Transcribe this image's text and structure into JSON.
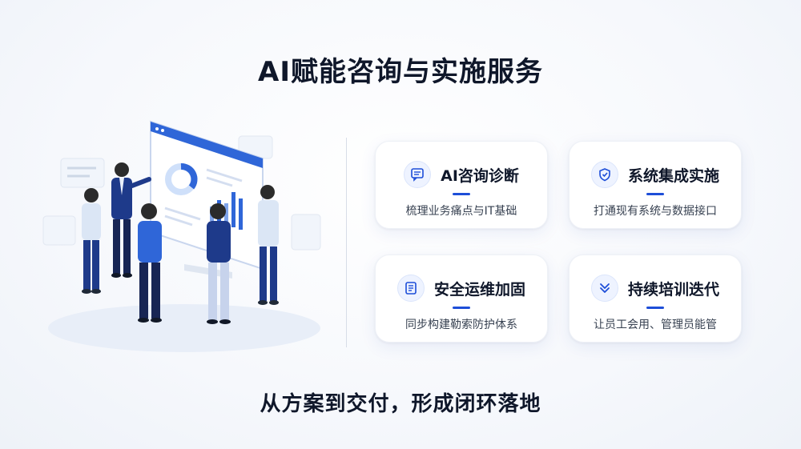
{
  "header": {
    "title": "AI赋能咨询与实施服务"
  },
  "footer": {
    "slogan": "从方案到交付，形成闭环落地"
  },
  "colors": {
    "accent": "#1d4ed8",
    "navy": "#1e3a8a",
    "light_blue": "#eef3ff"
  },
  "cards": [
    {
      "title": "AI咨询诊断",
      "desc": "梳理业务痛点与IT基础",
      "icon": "chat-icon"
    },
    {
      "title": "系统集成实施",
      "desc": "打通现有系统与数据接口",
      "icon": "shield-icon"
    },
    {
      "title": "安全运维加固",
      "desc": "同步构建勒索防护体系",
      "icon": "document-icon"
    },
    {
      "title": "持续培训迭代",
      "desc": "让员工会用、管理员能管",
      "icon": "double-chevron-down-icon"
    }
  ]
}
